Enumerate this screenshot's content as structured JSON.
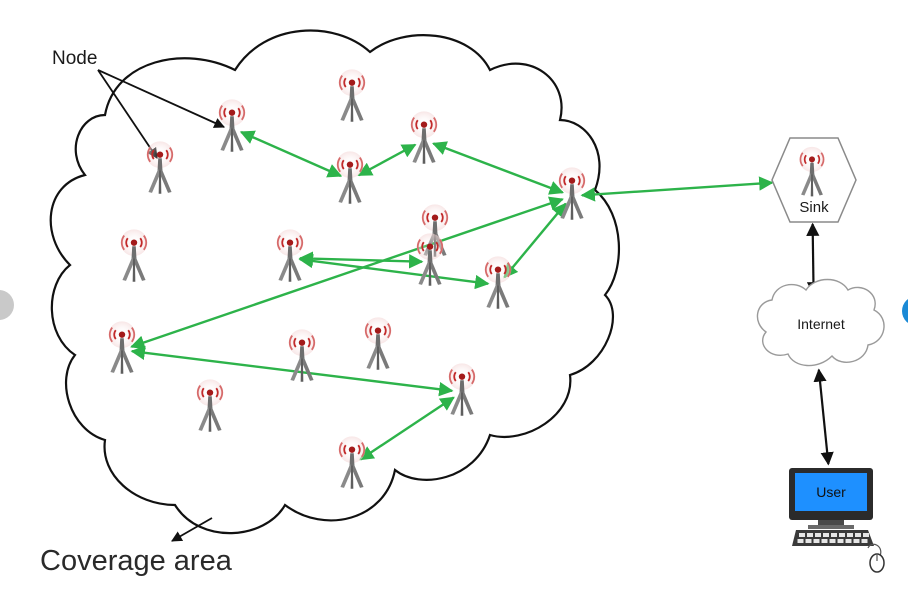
{
  "labels": {
    "node": "Node",
    "coverage_area": "Coverage area",
    "sink": "Sink",
    "internet": "Internet",
    "user": "User"
  },
  "colors": {
    "wireless_link": "#2db34a",
    "wired_link": "#111111",
    "cloud_outline": "#111111",
    "tower_body": "#7a7a7a",
    "tower_signal": "#c22a2a",
    "monitor_screen": "#1e90ff",
    "edge_dot_left": "#c9c9c9",
    "edge_dot_right": "#1b8ad6"
  },
  "icons": {
    "node": "radio-tower-icon",
    "sink": "radio-tower-icon",
    "internet": "cloud-icon",
    "user": "desktop-computer-icon"
  },
  "nodes": [
    {
      "id": "n1"
    },
    {
      "id": "n2"
    },
    {
      "id": "n3"
    },
    {
      "id": "n4"
    },
    {
      "id": "n5"
    },
    {
      "id": "n6"
    },
    {
      "id": "n7"
    },
    {
      "id": "n8"
    },
    {
      "id": "n9"
    },
    {
      "id": "n10"
    },
    {
      "id": "n11"
    },
    {
      "id": "n12"
    },
    {
      "id": "n13"
    },
    {
      "id": "n14"
    },
    {
      "id": "n15"
    },
    {
      "id": "n16"
    },
    {
      "id": "n17"
    }
  ],
  "wireless_links": [
    [
      "n2",
      "n4"
    ],
    [
      "n4",
      "n5"
    ],
    [
      "n5",
      "n6"
    ],
    [
      "n6",
      "sink"
    ],
    [
      "n9",
      "n10"
    ],
    [
      "n10",
      "n6"
    ],
    [
      "n12",
      "n9"
    ],
    [
      "n11",
      "n6"
    ],
    [
      "n11",
      "n16"
    ],
    [
      "n16",
      "n17"
    ]
  ],
  "wired_links": [
    [
      "sink",
      "internet"
    ],
    [
      "internet",
      "user"
    ]
  ]
}
